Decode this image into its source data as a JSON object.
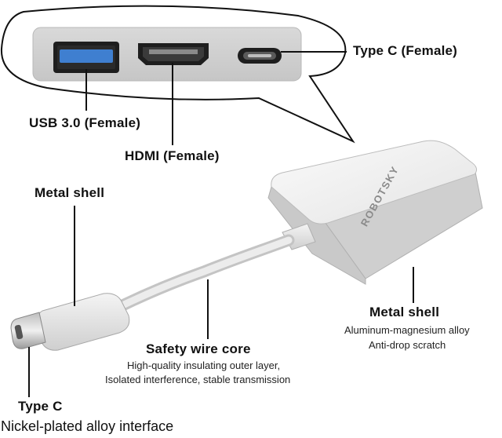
{
  "labels": {
    "type_c_female": "Type C (Female)",
    "usb3_female": "USB 3.0 (Female)",
    "hdmi_female": "HDMI (Female)",
    "metal_shell_top": "Metal shell",
    "metal_shell_right": "Metal shell",
    "metal_shell_right_desc1": "Aluminum-magnesium alloy",
    "metal_shell_right_desc2": "Anti-drop scratch",
    "safety_wire_core": "Safety wire core",
    "safety_wire_desc1": "High-quality insulating outer layer,",
    "safety_wire_desc2": "Isolated interference, stable transmission",
    "type_c_plug": "Type C",
    "type_c_plug_desc": "Nickel-plated alloy interface"
  },
  "brand_text": "ROBOTSKY",
  "colors": {
    "usb_blue": "#3f7fd0",
    "shell_light": "#eeeeee",
    "port_dark": "#1e1e1e",
    "line": "#111111"
  }
}
